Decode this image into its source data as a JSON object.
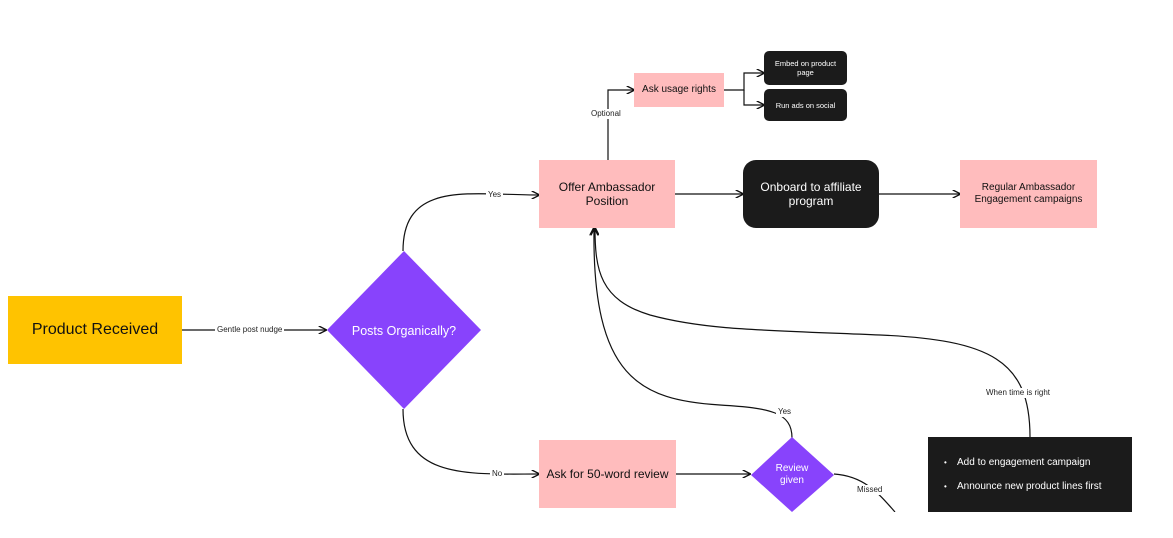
{
  "nodes": {
    "product_received": "Product Received",
    "posts_organically": "Posts Organically?",
    "offer_ambassador": "Offer Ambassador Position",
    "ask_usage_rights": "Ask usage rights",
    "embed_product_page": "Embed on product page",
    "run_ads_social": "Run ads on social",
    "onboard_affiliate": "Onboard to affiliate program",
    "regular_engagement": "Regular Ambassador Engagement campaigns",
    "ask_review": "Ask for 50-word review",
    "review_given": "Review given"
  },
  "edge_labels": {
    "gentle_nudge": "Gentle post nudge",
    "yes_top": "Yes",
    "no_bottom": "No",
    "optional": "Optional",
    "yes_review": "Yes",
    "missed": "Missed",
    "when_time_right": "When time is right"
  },
  "note": {
    "items": [
      "Add to engagement campaign",
      "Announce new product lines first"
    ]
  },
  "colors": {
    "yellow": "#ffc300",
    "purple": "#8843fc",
    "pink": "#ffbcbd",
    "dark": "#1b1b1b"
  }
}
